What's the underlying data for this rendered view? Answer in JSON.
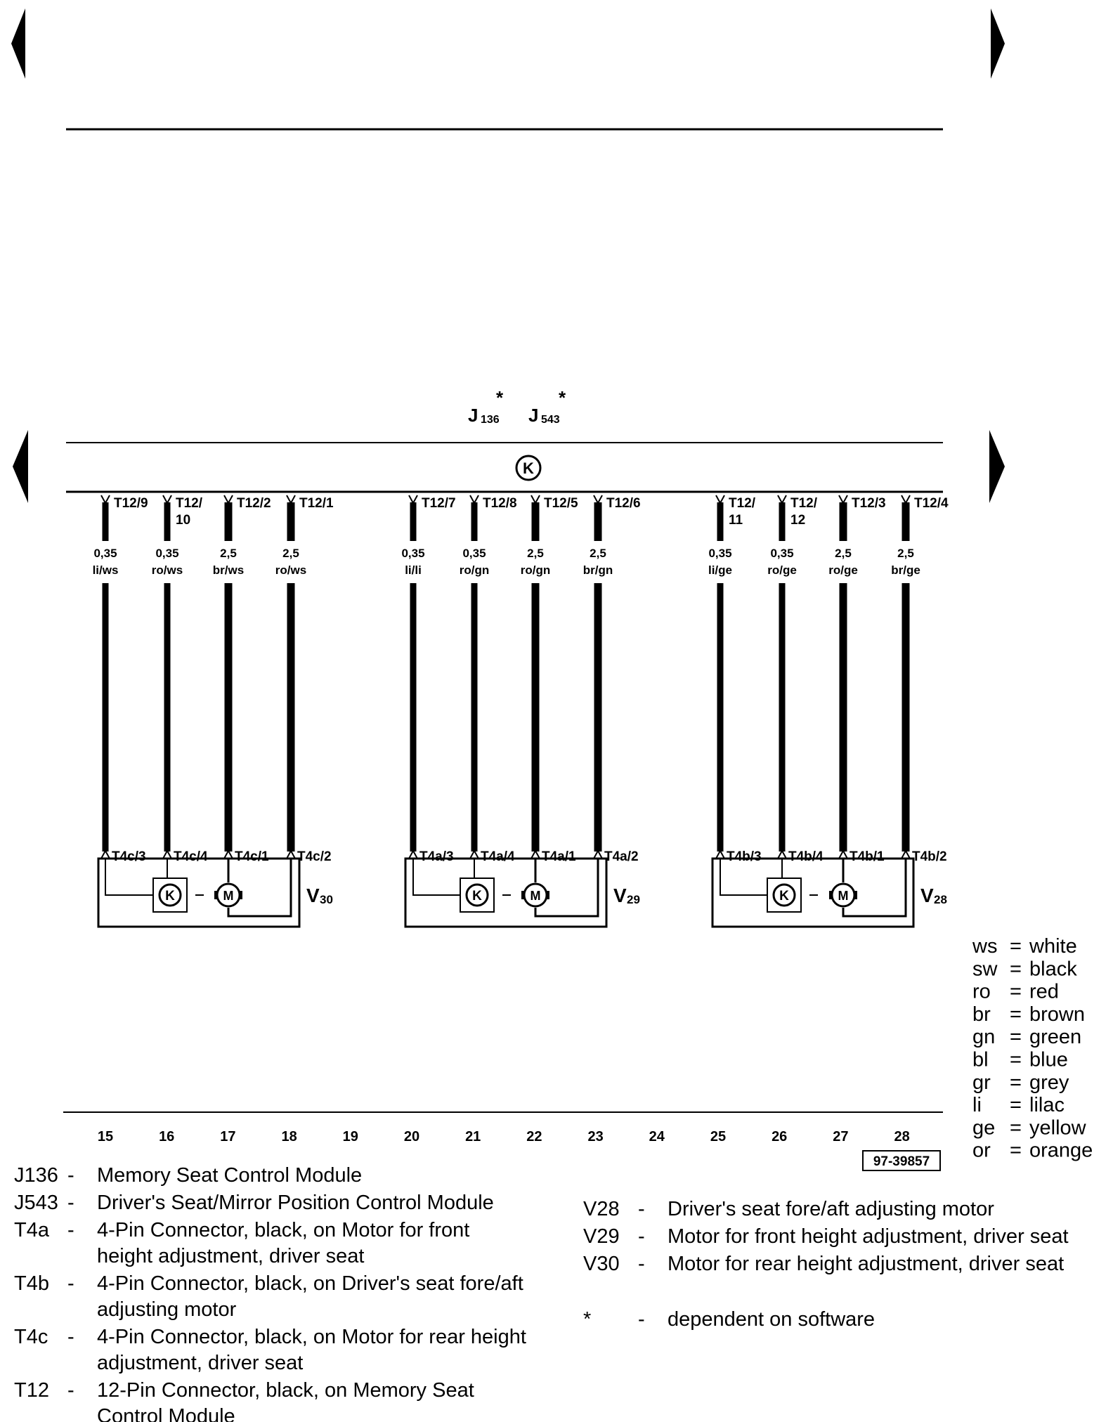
{
  "control_modules": [
    {
      "letter": "J",
      "num": "136",
      "mark": "*"
    },
    {
      "letter": "J",
      "num": "543",
      "mark": "*"
    }
  ],
  "module_symbol": "K",
  "wire_groups": [
    {
      "motor_letter": "V",
      "motor_num": "30",
      "pot_symbol": "K",
      "motor_symbol": "M",
      "wires": [
        {
          "top_pin": [
            "T12/9"
          ],
          "size": "0,35",
          "color": "li/ws",
          "bottom_pin": "T4c/3"
        },
        {
          "top_pin": [
            "T12/",
            "10"
          ],
          "size": "0,35",
          "color": "ro/ws",
          "bottom_pin": "T4c/4"
        },
        {
          "top_pin": [
            "T12/2"
          ],
          "size": "2,5",
          "color": "br/ws",
          "bottom_pin": "T4c/1"
        },
        {
          "top_pin": [
            "T12/1"
          ],
          "size": "2,5",
          "color": "ro/ws",
          "bottom_pin": "T4c/2"
        }
      ]
    },
    {
      "motor_letter": "V",
      "motor_num": "29",
      "pot_symbol": "K",
      "motor_symbol": "M",
      "wires": [
        {
          "top_pin": [
            "T12/7"
          ],
          "size": "0,35",
          "color": "li/li",
          "bottom_pin": "T4a/3"
        },
        {
          "top_pin": [
            "T12/8"
          ],
          "size": "0,35",
          "color": "ro/gn",
          "bottom_pin": "T4a/4"
        },
        {
          "top_pin": [
            "T12/5"
          ],
          "size": "2,5",
          "color": "ro/gn",
          "bottom_pin": "T4a/1"
        },
        {
          "top_pin": [
            "T12/6"
          ],
          "size": "2,5",
          "color": "br/gn",
          "bottom_pin": "T4a/2"
        }
      ]
    },
    {
      "motor_letter": "V",
      "motor_num": "28",
      "pot_symbol": "K",
      "motor_symbol": "M",
      "wires": [
        {
          "top_pin": [
            "T12/",
            "11"
          ],
          "size": "0,35",
          "color": "li/ge",
          "bottom_pin": "T4b/3"
        },
        {
          "top_pin": [
            "T12/",
            "12"
          ],
          "size": "0,35",
          "color": "ro/ge",
          "bottom_pin": "T4b/4"
        },
        {
          "top_pin": [
            "T12/3"
          ],
          "size": "2,5",
          "color": "ro/ge",
          "bottom_pin": "T4b/1"
        },
        {
          "top_pin": [
            "T12/4"
          ],
          "size": "2,5",
          "color": "br/ge",
          "bottom_pin": "T4b/2"
        }
      ]
    }
  ],
  "column_numbers": [
    "15",
    "16",
    "17",
    "18",
    "19",
    "20",
    "21",
    "22",
    "23",
    "24",
    "25",
    "26",
    "27",
    "28"
  ],
  "reference": "97-39857",
  "color_legend": [
    {
      "code": "ws",
      "name": "white"
    },
    {
      "code": "sw",
      "name": "black"
    },
    {
      "code": "ro",
      "name": "red"
    },
    {
      "code": "br",
      "name": "brown"
    },
    {
      "code": "gn",
      "name": "green"
    },
    {
      "code": "bl",
      "name": "blue"
    },
    {
      "code": "gr",
      "name": "grey"
    },
    {
      "code": "li",
      "name": "lilac"
    },
    {
      "code": "ge",
      "name": "yellow"
    },
    {
      "code": "or",
      "name": "orange"
    }
  ],
  "component_legend_left": [
    {
      "code": "J136",
      "lines": [
        "Memory Seat Control Module"
      ]
    },
    {
      "code": "J543",
      "lines": [
        "Driver's Seat/Mirror Position Control Module"
      ]
    },
    {
      "code": "T4a",
      "lines": [
        "4-Pin Connector, black, on Motor for front",
        "height adjustment, driver seat"
      ]
    },
    {
      "code": "T4b",
      "lines": [
        "4-Pin Connector, black, on Driver's seat fore/aft",
        "adjusting motor"
      ]
    },
    {
      "code": "T4c",
      "lines": [
        "4-Pin Connector, black, on Motor for rear height",
        "adjustment, driver seat"
      ]
    },
    {
      "code": "T12",
      "lines": [
        "12-Pin Connector, black, on Memory Seat",
        "Control Module"
      ]
    }
  ],
  "component_legend_right": [
    {
      "code": "V28",
      "lines": [
        "Driver's seat fore/aft adjusting motor"
      ]
    },
    {
      "code": "V29",
      "lines": [
        "Motor for front height adjustment, driver seat"
      ]
    },
    {
      "code": "V30",
      "lines": [
        "Motor for rear height adjustment, driver seat"
      ]
    },
    {
      "code": "*",
      "lines": [
        "dependent on software"
      ]
    }
  ]
}
